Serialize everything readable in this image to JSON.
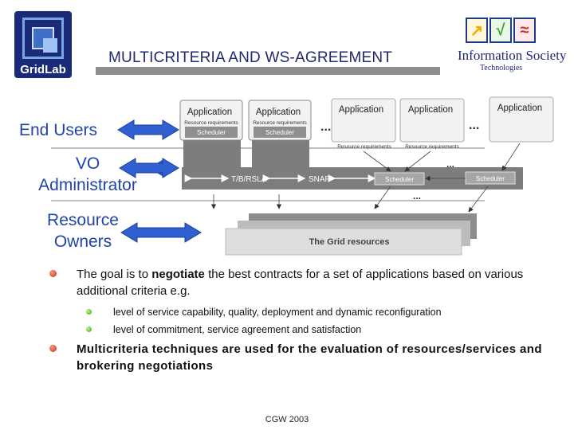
{
  "logos": {
    "gridlab": "GridLab",
    "infosoc_name": "Information Society",
    "infosoc_sub": "Technologies"
  },
  "title": "MULTICRITERIA AND WS-AGREEMENT",
  "roles": {
    "end_users": "End Users",
    "vo_line1": "VO",
    "vo_line2": "Administrator",
    "res_line1": "Resource",
    "res_line2": "Owners"
  },
  "diagram": {
    "application": "Application",
    "resource_requirements": "Resource requirements",
    "scheduler": "Scheduler",
    "ellipsis": "...",
    "tbrsla": "T/B/RSLA",
    "snap": "SNAP",
    "grid_resources": "The Grid resources"
  },
  "bullets": {
    "b1_pre": "The goal is to ",
    "b1_bold": "negotiate",
    "b1_post": " the best contracts for a set of applications based on various additional criteria e.g.",
    "sub1": "level of service capability, quality, deployment and dynamic reconfiguration",
    "sub2": "level of commitment, service agreement and satisfaction",
    "b2": "Multicriteria techniques are used for the evaluation of resources/services and brokering negotiations"
  },
  "footer": "CGW 2003",
  "colors": {
    "arrow": "#2f5fd0",
    "title": "#1d2a6b",
    "role": "#2244aa"
  }
}
